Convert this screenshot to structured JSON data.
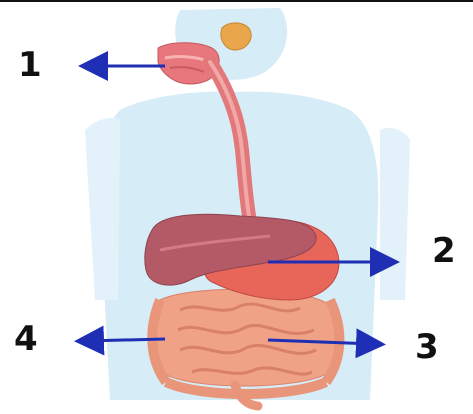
{
  "labels": [
    {
      "id": "1",
      "text": "1"
    },
    {
      "id": "2",
      "text": "2"
    },
    {
      "id": "3",
      "text": "3"
    },
    {
      "id": "4",
      "text": "4"
    }
  ],
  "colors": {
    "arrow": "#1f2fb5",
    "silhouette": "#d6ecf7",
    "organ_pink": "#e3787a",
    "liver": "#b45a66",
    "stomach": "#e8655a",
    "intestine": "#f0a286",
    "gland": "#e9a64a"
  }
}
